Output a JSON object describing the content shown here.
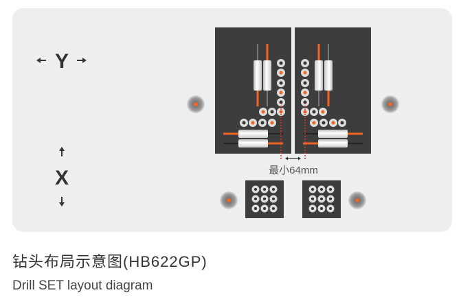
{
  "diagram": {
    "axis_y_label": "Y",
    "axis_x_label": "X",
    "min_spacing_label": "最小64mm",
    "colors": {
      "panel": "#3d3d3d",
      "accent": "#f26522",
      "background": "#eceeef"
    }
  },
  "caption": {
    "title_cn": "钻头布局示意图(HB622GP)",
    "title_en": "Drill SET layout diagram"
  }
}
